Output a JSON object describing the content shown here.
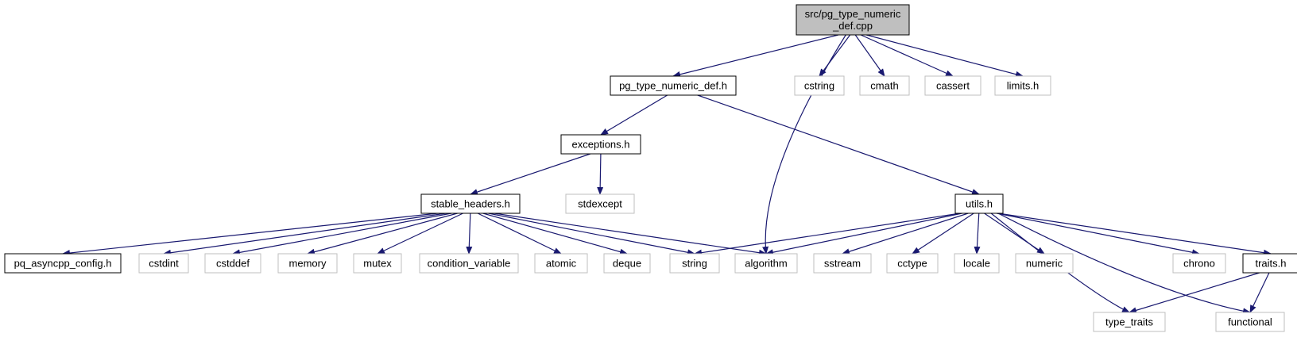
{
  "diagram": {
    "nodes": {
      "root": {
        "lines": [
          "src/pg_type_numeric",
          "_def.cpp"
        ],
        "style": "root"
      },
      "pg_def_h": {
        "lines": [
          "pg_type_numeric_def.h"
        ],
        "style": "project"
      },
      "exceptions": {
        "lines": [
          "exceptions.h"
        ],
        "style": "project"
      },
      "stable": {
        "lines": [
          "stable_headers.h"
        ],
        "style": "project"
      },
      "utils": {
        "lines": [
          "utils.h"
        ],
        "style": "project"
      },
      "traits": {
        "lines": [
          "traits.h"
        ],
        "style": "project"
      },
      "pqconfig": {
        "lines": [
          "pq_asyncpp_config.h"
        ],
        "style": "project"
      },
      "cstring": {
        "lines": [
          "cstring"
        ],
        "style": "system"
      },
      "cmath": {
        "lines": [
          "cmath"
        ],
        "style": "system"
      },
      "cassert": {
        "lines": [
          "cassert"
        ],
        "style": "system"
      },
      "limits": {
        "lines": [
          "limits.h"
        ],
        "style": "system"
      },
      "stdexcept": {
        "lines": [
          "stdexcept"
        ],
        "style": "system"
      },
      "cstdint": {
        "lines": [
          "cstdint"
        ],
        "style": "system"
      },
      "cstddef": {
        "lines": [
          "cstddef"
        ],
        "style": "system"
      },
      "memory": {
        "lines": [
          "memory"
        ],
        "style": "system"
      },
      "mutex": {
        "lines": [
          "mutex"
        ],
        "style": "system"
      },
      "condvar": {
        "lines": [
          "condition_variable"
        ],
        "style": "system"
      },
      "atomic": {
        "lines": [
          "atomic"
        ],
        "style": "system"
      },
      "deque": {
        "lines": [
          "deque"
        ],
        "style": "system"
      },
      "string": {
        "lines": [
          "string"
        ],
        "style": "system"
      },
      "algorithm": {
        "lines": [
          "algorithm"
        ],
        "style": "system"
      },
      "sstream": {
        "lines": [
          "sstream"
        ],
        "style": "system"
      },
      "cctype": {
        "lines": [
          "cctype"
        ],
        "style": "system"
      },
      "locale": {
        "lines": [
          "locale"
        ],
        "style": "system"
      },
      "numeric": {
        "lines": [
          "numeric"
        ],
        "style": "system"
      },
      "chrono": {
        "lines": [
          "chrono"
        ],
        "style": "system"
      },
      "type_traits": {
        "lines": [
          "type_traits"
        ],
        "style": "system"
      },
      "functional": {
        "lines": [
          "functional"
        ],
        "style": "system"
      }
    },
    "edges": [
      [
        "root",
        "pg_def_h"
      ],
      [
        "root",
        "algorithm"
      ],
      [
        "root",
        "cstring"
      ],
      [
        "root",
        "cmath"
      ],
      [
        "root",
        "cassert"
      ],
      [
        "root",
        "limits"
      ],
      [
        "pg_def_h",
        "exceptions"
      ],
      [
        "pg_def_h",
        "utils"
      ],
      [
        "exceptions",
        "stable"
      ],
      [
        "exceptions",
        "stdexcept"
      ],
      [
        "stable",
        "pqconfig"
      ],
      [
        "stable",
        "cstdint"
      ],
      [
        "stable",
        "cstddef"
      ],
      [
        "stable",
        "memory"
      ],
      [
        "stable",
        "mutex"
      ],
      [
        "stable",
        "condvar"
      ],
      [
        "stable",
        "atomic"
      ],
      [
        "stable",
        "deque"
      ],
      [
        "stable",
        "string"
      ],
      [
        "stable",
        "algorithm"
      ],
      [
        "utils",
        "string"
      ],
      [
        "utils",
        "algorithm"
      ],
      [
        "utils",
        "sstream"
      ],
      [
        "utils",
        "cctype"
      ],
      [
        "utils",
        "locale"
      ],
      [
        "utils",
        "numeric"
      ],
      [
        "utils",
        "chrono"
      ],
      [
        "utils",
        "traits"
      ],
      [
        "utils",
        "type_traits"
      ],
      [
        "utils",
        "functional"
      ],
      [
        "traits",
        "type_traits"
      ],
      [
        "traits",
        "functional"
      ]
    ],
    "colors": {
      "edge": "#191970",
      "root_fill": "#bfbfbf",
      "project_border": "#000000",
      "system_border": "#bfbfbf",
      "text": "#000000"
    }
  }
}
